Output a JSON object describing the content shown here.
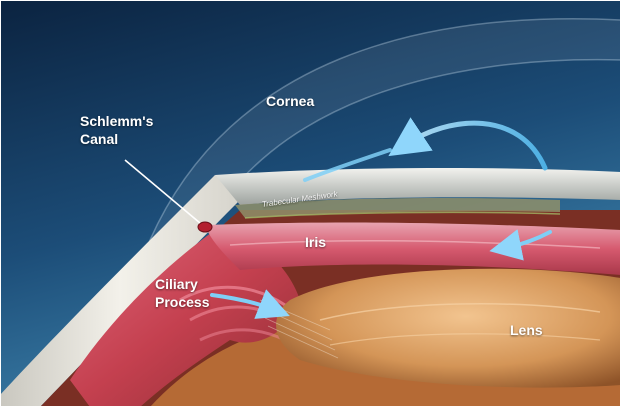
{
  "labels": {
    "schlemms_canal": "Schlemm's Canal",
    "cornea": "Cornea",
    "trabecular_meshwork": "Trabecular Meshwork",
    "iris": "Iris",
    "ciliary_process": "Ciliary Process",
    "lens": "Lens"
  },
  "colors": {
    "background_top": "#0d2b4a",
    "background_bottom": "#2f6f99",
    "sclera": "#e9e7df",
    "cornea_band": "#cfd2cf",
    "ciliary_tissue": "#c9485a",
    "iris_tissue": "#d85a6e",
    "lens_body": "#d99a5c",
    "aqueous_flow_arrow": "#6fc8f2"
  },
  "icons": {
    "flow_arrow": "aqueous-flow-arrow"
  }
}
